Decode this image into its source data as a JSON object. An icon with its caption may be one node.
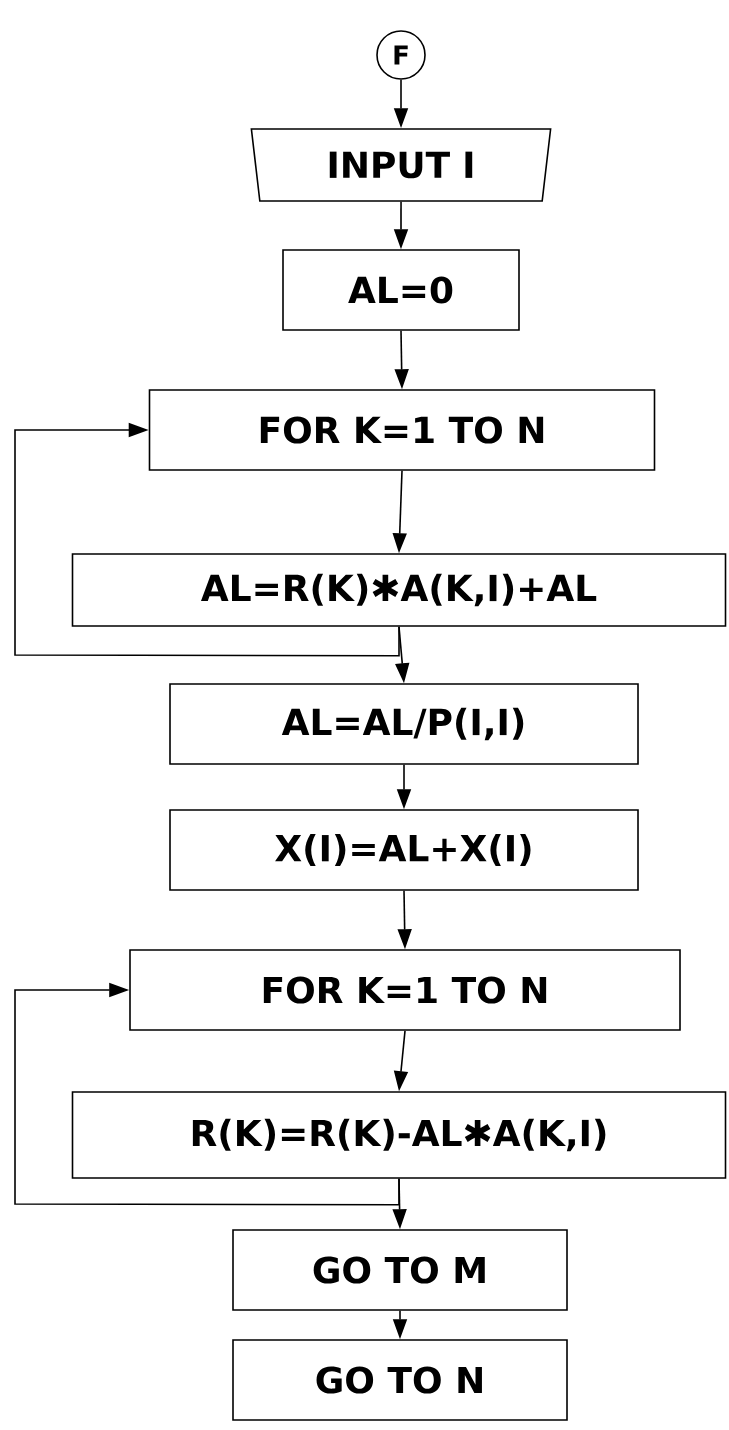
{
  "diagram": {
    "nodes": [
      {
        "text": [
          "F"
        ]
      },
      {
        "text": [
          "INPUT I"
        ]
      },
      {
        "text": [
          "AL=0"
        ]
      },
      {
        "text": [
          "FOR K=1 TO N"
        ]
      },
      {
        "text": [
          "AL=R(K)✱A(K,I)+AL"
        ]
      },
      {
        "text": [
          "AL=AL/P(I,I)"
        ]
      },
      {
        "text": [
          "X(I)=AL+X(I)"
        ]
      },
      {
        "text": [
          "FOR K=1 TO N"
        ]
      },
      {
        "text": [
          "R(K)=R(K)-AL✱A(K,I)"
        ]
      },
      {
        "text": [
          "GO TO M"
        ]
      },
      {
        "text": [
          "GO TO N"
        ]
      }
    ],
    "edges": [
      {
        "from": 0,
        "to": 1,
        "arrow": "to"
      },
      {
        "from": 1,
        "to": 2,
        "arrow": "to"
      },
      {
        "from": 2,
        "to": 3,
        "arrow": "to"
      },
      {
        "from": 3,
        "to": 4,
        "arrow": "to"
      },
      {
        "from": 4,
        "to": 3,
        "arrow": "to"
      },
      {
        "from": 4,
        "to": 5,
        "arrow": "to"
      },
      {
        "from": 5,
        "to": 6,
        "arrow": "to"
      },
      {
        "from": 6,
        "to": 7,
        "arrow": "to"
      },
      {
        "from": 7,
        "to": 8,
        "arrow": "to"
      },
      {
        "from": 8,
        "to": 7,
        "arrow": "to"
      },
      {
        "from": 8,
        "to": 9,
        "arrow": "to"
      },
      {
        "from": 9,
        "to": 10,
        "arrow": "to"
      }
    ]
  }
}
